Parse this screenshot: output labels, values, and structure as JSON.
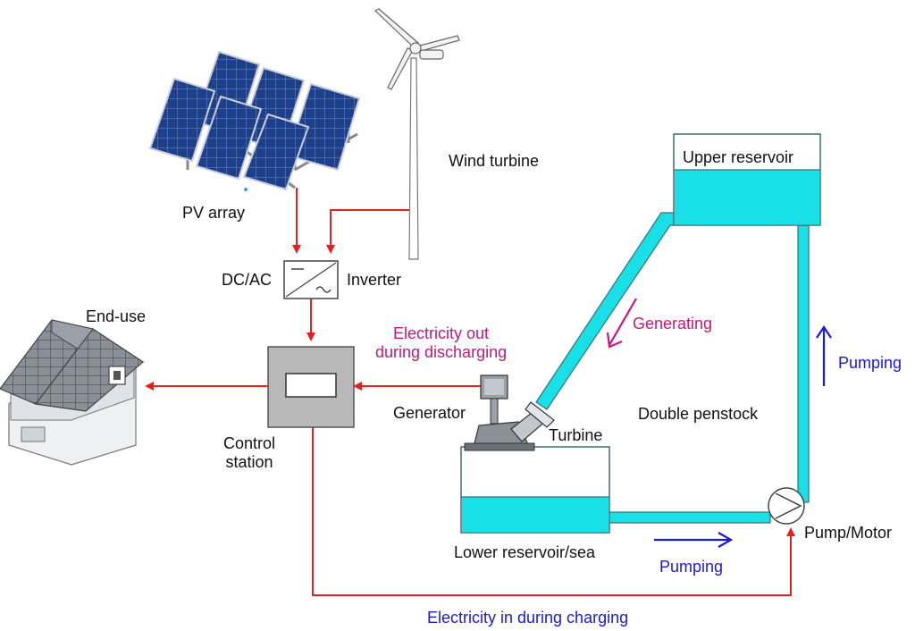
{
  "labels": {
    "pv_array": "PV array",
    "wind_turbine": "Wind turbine",
    "dc_ac": "DC/AC",
    "inverter": "Inverter",
    "end_use": "End-use",
    "control_station": "Control\nstation",
    "electricity_out": "Electricity out\nduring discharging",
    "generator": "Generator",
    "turbine": "Turbine",
    "generating": "Generating",
    "upper_reservoir": "Upper reservoir",
    "double_penstock": "Double penstock",
    "pumping_right": "Pumping",
    "lower_reservoir": "Lower reservoir/sea",
    "pumping_bottom": "Pumping",
    "pump_motor": "Pump/Motor",
    "electricity_in": "Electricity in during charging"
  },
  "colors": {
    "power_line": "#e8201c",
    "water": "#18e0e6",
    "water_edge": "#3a6f73",
    "generating_arrow": "#c2187e",
    "pumping_arrow": "#1a1ad6",
    "control_box": "#b9b9b9",
    "solar_panel": "#1e3f8a"
  }
}
